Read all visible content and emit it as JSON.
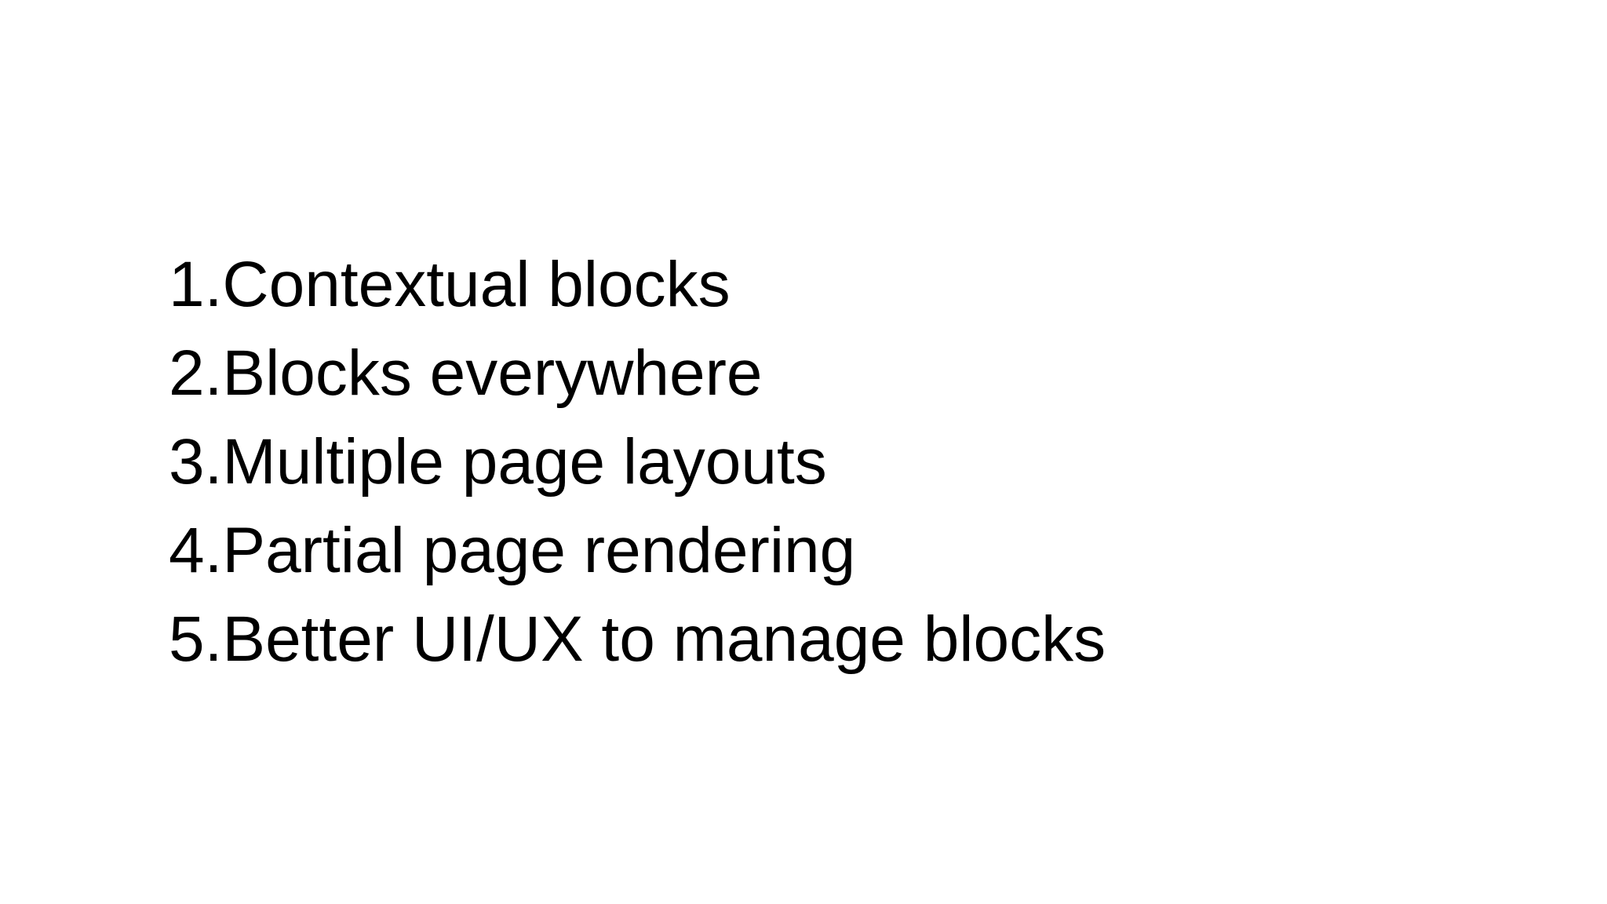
{
  "slide": {
    "type": "presentation-slide",
    "colors": {
      "background": "#ffffff",
      "text": "#000000"
    },
    "items": [
      {
        "label": "1.Contextual blocks"
      },
      {
        "label": "2.Blocks everywhere"
      },
      {
        "label": "3.Multiple page layouts"
      },
      {
        "label": "4.Partial page rendering"
      },
      {
        "label": "5.Better UI/UX to manage blocks"
      }
    ]
  }
}
